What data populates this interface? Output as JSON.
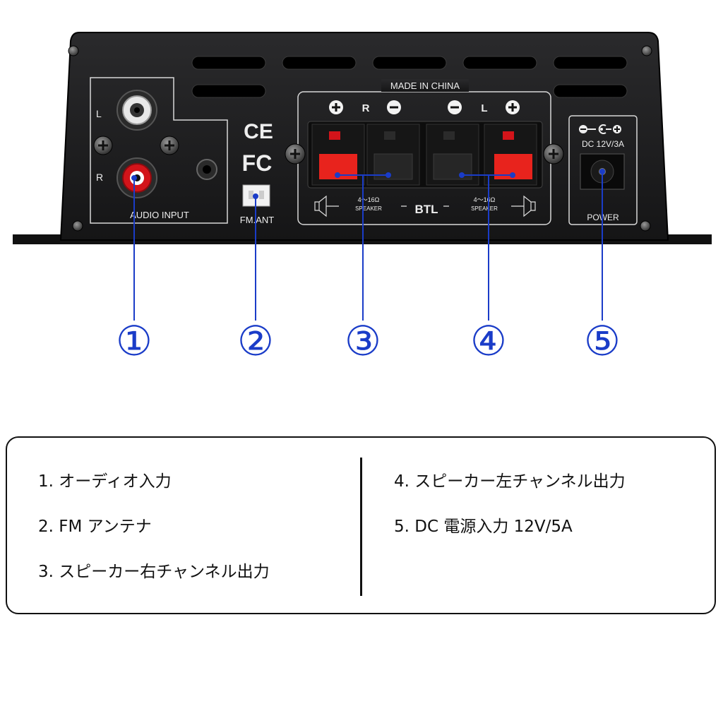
{
  "panel": {
    "made_in": "MADE IN CHINA",
    "audio_input_label": "AUDIO INPUT",
    "left_channel_letter": "L",
    "right_channel_letter": "R",
    "ce_mark": "CE",
    "fc_mark": "FC",
    "fm_ant_label": "FM.ANT",
    "speaker_polarity": {
      "plus": "+",
      "minus": "−",
      "right": "R",
      "left": "L"
    },
    "impedance_label": "4～16Ω",
    "speaker_label": "SPEAKER",
    "btl_label": "BTL",
    "dc_label": "DC 12V/3A",
    "power_label": "POWER"
  },
  "callouts": [
    "①",
    "②",
    "③",
    "④",
    "⑤"
  ],
  "legend": {
    "left": [
      "1. オーディオ入力",
      "2. FM アンテナ",
      "3. スピーカー右チャンネル出力"
    ],
    "right": [
      "4. スピーカー左チャンネル出力",
      "5. DC 電源入力 12V/5A"
    ]
  },
  "colors": {
    "panel": "#1d1d1f",
    "panel_line": "#d8d8d8",
    "callout_blue": "#1a3cc8",
    "terminal_red": "#e8231d",
    "rca_red": "#d3141a"
  }
}
